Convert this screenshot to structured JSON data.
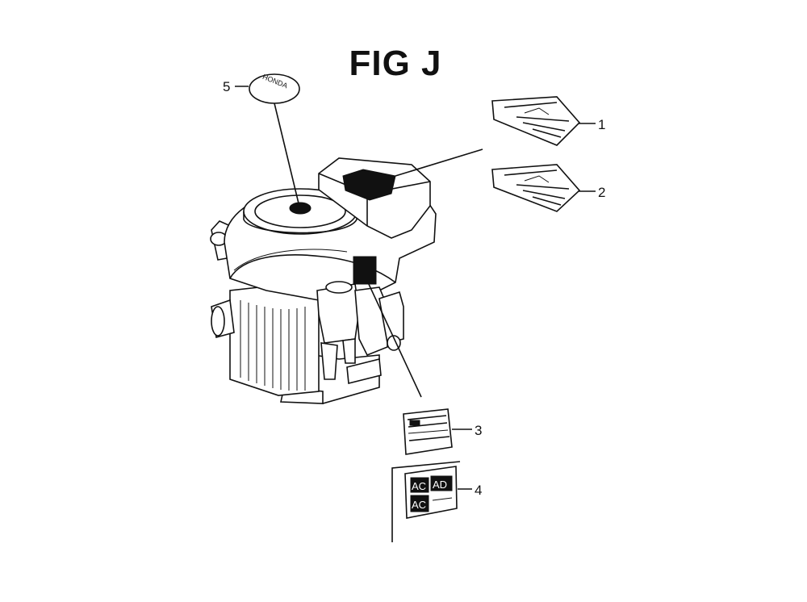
{
  "figure": {
    "title": "FIG J"
  },
  "callouts": [
    {
      "number": "1"
    },
    {
      "number": "2"
    },
    {
      "number": "3"
    },
    {
      "number": "4"
    },
    {
      "number": "5"
    }
  ],
  "labels": {
    "emblem_text": "HONDA",
    "decal4_line1": "AC",
    "decal4_line2": "AD",
    "decal4_line3": "AC"
  },
  "colors": {
    "ink": "#111111",
    "background": "#ffffff"
  }
}
